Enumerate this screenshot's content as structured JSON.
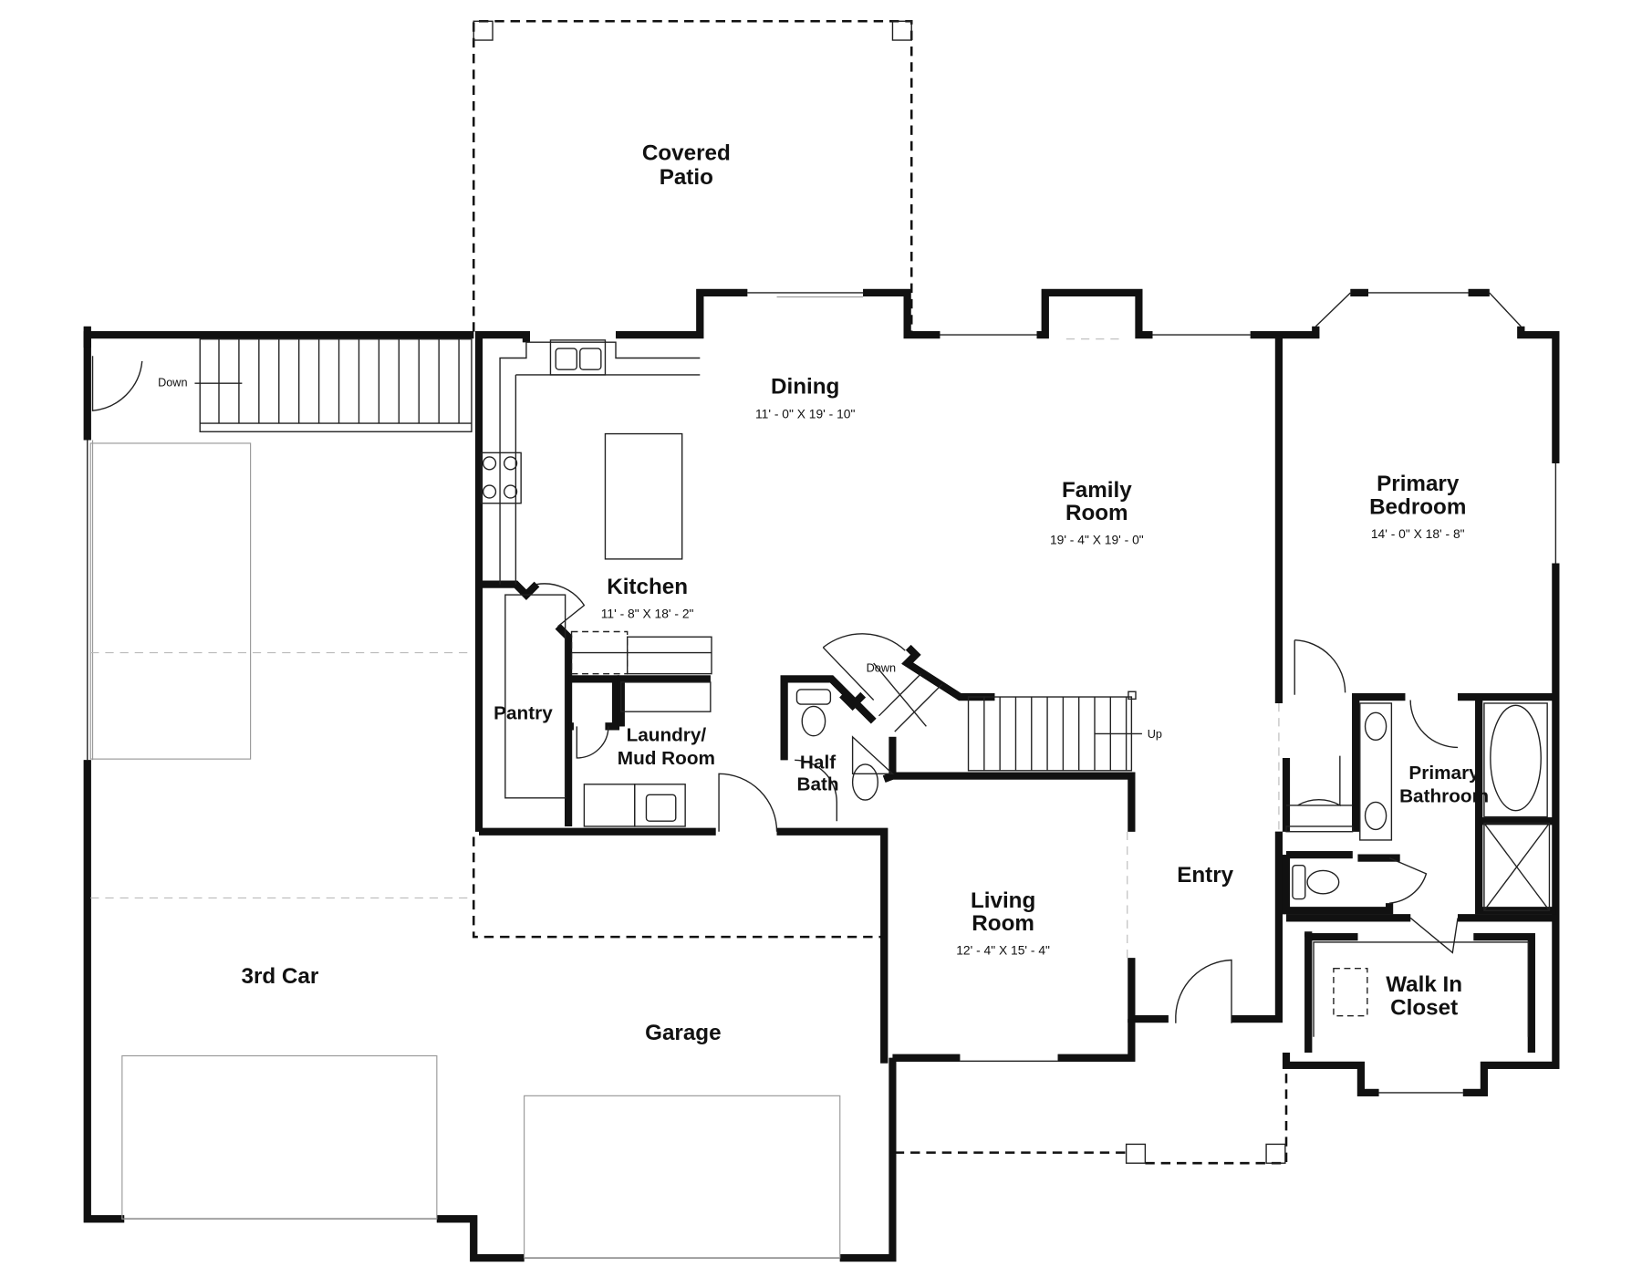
{
  "rooms": {
    "covered_patio": [
      "Covered",
      "Patio"
    ],
    "dining": {
      "name": "Dining",
      "dims": "11' - 0\"  X  19' - 10\""
    },
    "family_room": {
      "name": [
        "Family",
        "Room"
      ],
      "dims": "19' - 4\"  X  19' - 0\""
    },
    "primary_bedroom": {
      "name": [
        "Primary",
        "Bedroom"
      ],
      "dims": "14' - 0\"  X  18' - 8\""
    },
    "kitchen": {
      "name": "Kitchen",
      "dims": "11' - 8\"  X  18' - 2\""
    },
    "pantry": "Pantry",
    "laundry": [
      "Laundry/",
      "Mud Room"
    ],
    "half_bath": [
      "Half",
      "Bath"
    ],
    "primary_bathroom": [
      "Primary",
      "Bathroom"
    ],
    "living_room": {
      "name": [
        "Living",
        "Room"
      ],
      "dims": "12' - 4\"  X  15' - 4\""
    },
    "entry": "Entry",
    "walk_in_closet": [
      "Walk In",
      "Closet"
    ],
    "third_car": "3rd Car",
    "garage": "Garage"
  },
  "stairs": {
    "garage_down": "Down",
    "main_down": "Down",
    "main_up": "Up"
  }
}
